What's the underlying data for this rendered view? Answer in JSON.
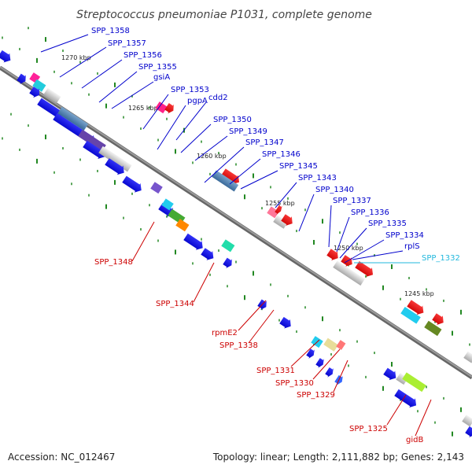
{
  "title": "Streptococcus pneumoniae P1031, complete genome",
  "footer": {
    "accession": "Accession: NC_012467",
    "topology": "Topology: linear; Length: 2,111,882 bp; Genes: 2,143"
  },
  "colors": {
    "label_forward": "#0000cc",
    "label_reverse": "#cc0000",
    "label_highlight": "#22b8dd",
    "backbone": "#777777",
    "tick": "#228822"
  },
  "kbp_marks": [
    "1270 kbp",
    "1265 kbp",
    "1260 kbp",
    "1255 kbp",
    "1250 kbp",
    "1245 kbp"
  ],
  "genes_top": [
    "SPP_1358",
    "SPP_1357",
    "SPP_1356",
    "SPP_1355",
    "gsiA",
    "SPP_1353",
    "pgpA",
    "cdd2",
    "SPP_1350",
    "SPP_1349",
    "SPP_1347",
    "SPP_1346",
    "SPP_1345",
    "SPP_1343",
    "SPP_1340",
    "SPP_1337",
    "SPP_1336",
    "SPP_1335",
    "SPP_1334",
    "rplS",
    "SPP_1332"
  ],
  "genes_bottom": [
    "SPP_1348",
    "SPP_1344",
    "rpmE2",
    "SPP_1338",
    "SPP_1331",
    "SPP_1330",
    "SPP_1329",
    "SPP_1325",
    "gidB"
  ]
}
